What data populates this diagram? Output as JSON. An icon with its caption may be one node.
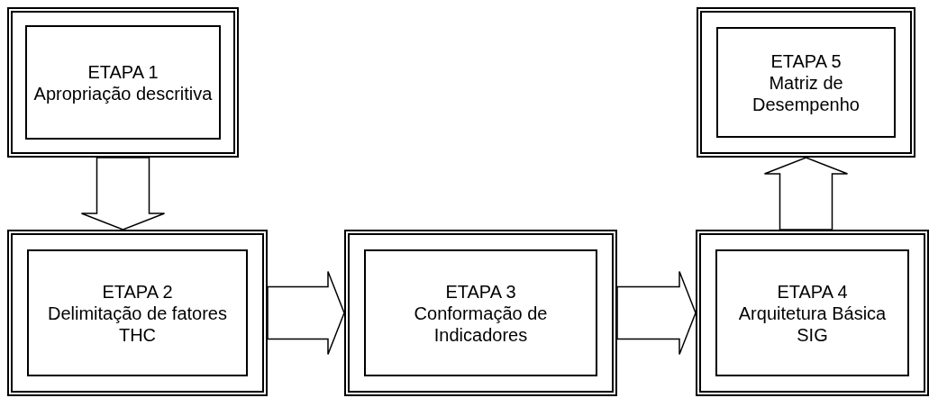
{
  "diagram": {
    "nodes": [
      {
        "text": [
          "ETAPA 1",
          "Apropriação descritiva"
        ]
      },
      {
        "text": [
          "ETAPA 2",
          "Delimitação de fatores THC"
        ]
      },
      {
        "text": [
          "ETAPA 3",
          "Conformação de Indicadores"
        ]
      },
      {
        "text": [
          "ETAPA 4",
          "Arquitetura Básica SIG"
        ]
      },
      {
        "text": [
          "ETAPA 5",
          "Matriz de Desempenho"
        ]
      }
    ],
    "edges": [
      {
        "from": 0,
        "to": 1,
        "arrow": "to"
      },
      {
        "from": 1,
        "to": 2,
        "arrow": "to"
      },
      {
        "from": 2,
        "to": 3,
        "arrow": "to"
      },
      {
        "from": 3,
        "to": 4,
        "arrow": "to"
      }
    ]
  }
}
